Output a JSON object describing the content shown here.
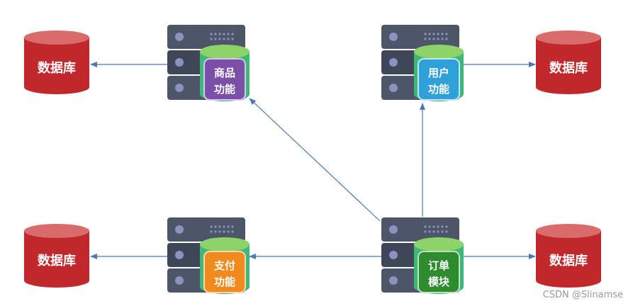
{
  "databases": [
    {
      "id": "db-top-left",
      "label": "数据库"
    },
    {
      "id": "db-top-right",
      "label": "数据库"
    },
    {
      "id": "db-bottom-left",
      "label": "数据库"
    },
    {
      "id": "db-bottom-right",
      "label": "数据库"
    }
  ],
  "services": [
    {
      "id": "product",
      "line1": "商品",
      "line2": "功能",
      "badge_color": "#7b4fa8"
    },
    {
      "id": "user",
      "line1": "用户",
      "line2": "功能",
      "badge_color": "#2fa0d8"
    },
    {
      "id": "payment",
      "line1": "支付",
      "line2": "功能",
      "badge_color": "#f08a1f"
    },
    {
      "id": "order",
      "line1": "订单",
      "line2": "模块",
      "badge_color": "#2e8b2e"
    }
  ],
  "colors": {
    "database": "#c0282b",
    "database_top": "#d96b6b",
    "server": "#4d5568",
    "server_dot": "#8a93c0",
    "cylinder": "#3cb878",
    "cylinder_top": "#8ed36a",
    "arrow": "#4a78b8"
  },
  "watermark": "CSDN @Slinamse"
}
